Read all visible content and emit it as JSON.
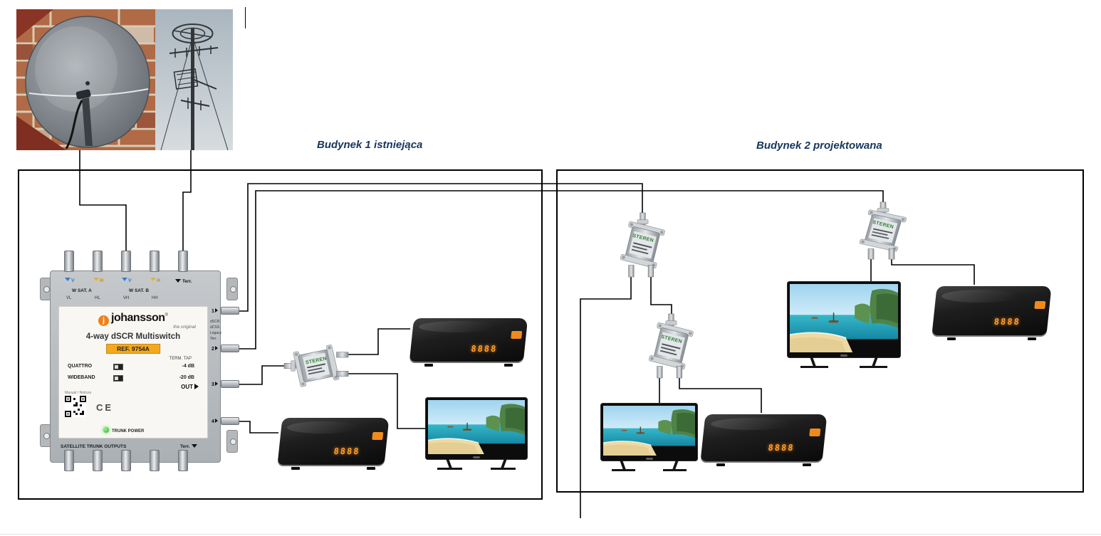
{
  "titles": {
    "building1": "Budynek 1 istniejąca",
    "building2": "Budynek 2 projektowana"
  },
  "colors": {
    "title_text": "#17365d",
    "brand_orange": "#f08019",
    "ref_highlight": "#f5a81c",
    "led_green": "#3cc13c",
    "stb_display_orange": "#ff9f2e",
    "splitter_brand_green": "#2e7d32",
    "wire": "#000000"
  },
  "multiswitch": {
    "brand": "johansson",
    "brand_reg": "®",
    "tagline": "the original",
    "model": "4-way dSCR Multiswitch",
    "ref": "REF. 9754A",
    "tap_header": "TERM. TAP",
    "switch_rows": [
      {
        "mode": "QUATTRO",
        "tap": "-4 dB"
      },
      {
        "mode": "WIDEBAND",
        "tap": "-20 dB"
      }
    ],
    "out": "OUT",
    "out_modes": [
      "dSCR",
      "dCSS",
      "Legacy",
      "Terr."
    ],
    "manual": "Manual / Notices",
    "ce": "CE",
    "trunk_power": "TRUNK POWER",
    "bottom_label": "SATELLITE TRUNK OUTPUTS",
    "terr": "Terr.",
    "sat_a": "W SAT. A",
    "sat_b": "W SAT. B",
    "inputs_vh": [
      "V",
      "H",
      "V",
      "H"
    ],
    "inputs_sub": [
      "VL",
      "HL",
      "VH",
      "HH"
    ],
    "ports": [
      "1",
      "2",
      "3",
      "4"
    ]
  },
  "splitter": {
    "brand": "STEREN"
  },
  "stb": {
    "display": "8888"
  },
  "connections": [
    {
      "from": "satellite-dish-photo",
      "to": "multiswitch-sat-input"
    },
    {
      "from": "terrestrial-antenna-photo",
      "to": "multiswitch-terr-input"
    },
    {
      "from": "multiswitch-port-1",
      "to": "building2-splitter-1"
    },
    {
      "from": "multiswitch-port-2",
      "to": "building2-splitter-3"
    },
    {
      "from": "multiswitch-port-3",
      "to": "building1-splitter"
    },
    {
      "from": "multiswitch-port-4",
      "to": "building1-stb-2"
    },
    {
      "from": "building1-splitter",
      "to": "building1-stb-1"
    },
    {
      "from": "building1-splitter",
      "to": "building1-tv"
    },
    {
      "from": "building2-splitter-1",
      "to": "downlink-cable"
    },
    {
      "from": "building2-splitter-1",
      "to": "building2-splitter-2"
    },
    {
      "from": "building2-splitter-2",
      "to": "building2-tv-2"
    },
    {
      "from": "building2-splitter-2",
      "to": "building2-stb-2"
    },
    {
      "from": "building2-splitter-3",
      "to": "building2-tv-1"
    },
    {
      "from": "building2-splitter-3",
      "to": "building2-stb-1"
    }
  ]
}
